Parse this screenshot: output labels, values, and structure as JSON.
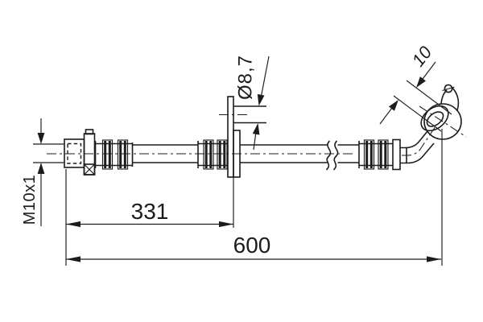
{
  "drawing": {
    "type": "technical-drawing",
    "subject": "brake-hose",
    "line_color": "#1c1c1c",
    "background_color": "#ffffff",
    "labels": {
      "thread": "M10x1",
      "hole_diameter": "Ø8,7",
      "banjo_thickness": "10",
      "intermediate_length": "331",
      "total_length": "600"
    }
  }
}
